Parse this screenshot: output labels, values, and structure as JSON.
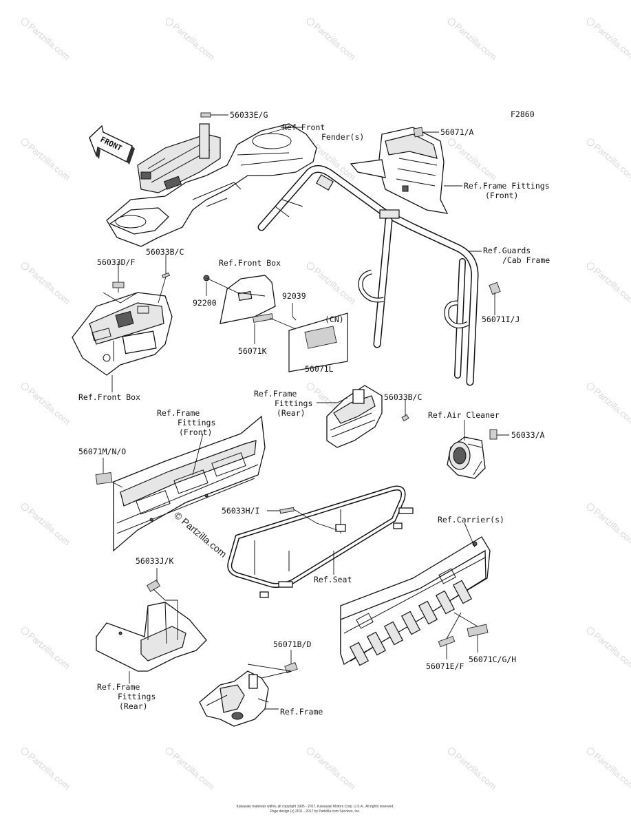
{
  "figure_code": "F2860",
  "front_arrow": "FRONT",
  "labels": {
    "l_56033eg": "56033E/G",
    "l_ref_front_fender_1": "Ref.Front",
    "l_ref_front_fender_2": "Fender(s)",
    "l_56071a": "56071/A",
    "l_ref_frame_fittings_front_top_1": "Ref.Frame Fittings",
    "l_ref_frame_fittings_front_top_2": "(Front)",
    "l_ref_guards_1": "Ref.Guards",
    "l_ref_guards_2": "/Cab Frame",
    "l_56033df": "56033D/F",
    "l_56033bc_top": "56033B/C",
    "l_ref_front_box_top": "Ref.Front Box",
    "l_92200": "92200",
    "l_92039": "92039",
    "l_cn": "(CN)",
    "l_56071k": "56071K",
    "l_56071l": "56071L",
    "l_56071ij": "56071I/J",
    "l_ref_front_box_bottom": "Ref.Front Box",
    "l_ref_frame_fittings_rear_mid_1": "Ref.Frame",
    "l_ref_frame_fittings_rear_mid_2": "Fittings",
    "l_ref_frame_fittings_rear_mid_3": "(Rear)",
    "l_56033bc_mid": "56033B/C",
    "l_ref_frame_fittings_front_mid_1": "Ref.Frame",
    "l_ref_frame_fittings_front_mid_2": "Fittings",
    "l_ref_frame_fittings_front_mid_3": "(Front)",
    "l_ref_air_cleaner": "Ref.Air Cleaner",
    "l_56033a": "56033/A",
    "l_56071mno": "56071M/N/O",
    "l_56033hi": "56033H/I",
    "l_ref_carriers": "Ref.Carrier(s)",
    "l_ref_seat": "Ref.Seat",
    "l_56033jk": "56033J/K",
    "l_56071bd": "56071B/D",
    "l_ref_frame_fittings_rear_bottom_1": "Ref.Frame",
    "l_ref_frame_fittings_rear_bottom_2": "Fittings",
    "l_ref_frame_fittings_rear_bottom_3": "(Rear)",
    "l_ref_frame": "Ref.Frame",
    "l_56071ef": "56071E/F",
    "l_56071cgh": "56071C/G/H"
  },
  "watermark": {
    "text": "Partzilla.com",
    "center_text": "© Partzilla.com",
    "color": "#d9d9d9"
  },
  "footer": {
    "line1": "Kawasaki materials within, all copyright 1995 - 2017, Kawasaki Motors Corp. U.S.A.. All rights reserved.",
    "line2": "Page design (c) 2011 - 2017 by Partzilla.com Services, Inc."
  }
}
